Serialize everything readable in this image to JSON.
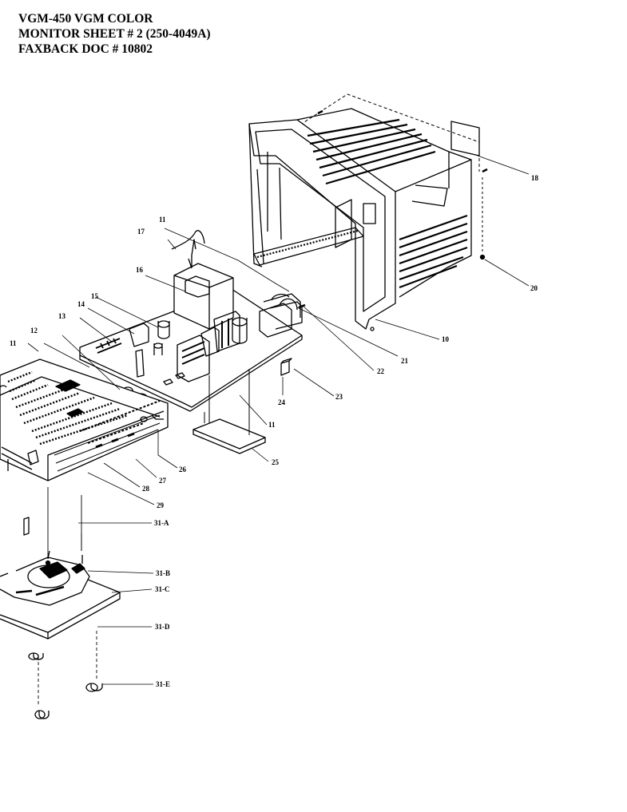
{
  "header": {
    "line1": "VGM-450 VGM COLOR",
    "line2": "MONITOR SHEET # 2   (250-4049A)",
    "line3": "FAXBACK DOC # 10802"
  },
  "callouts": {
    "c18": "18",
    "c20": "20",
    "c10": "10",
    "c11_top": "11",
    "c17": "17",
    "c16": "16",
    "c15": "15",
    "c14": "14",
    "c13": "13",
    "c12": "12",
    "c11_left": "11",
    "c21": "21",
    "c22": "22",
    "c23": "23",
    "c24": "24",
    "c11_mid": "11",
    "c25": "25",
    "c26": "26",
    "c27": "27",
    "c28": "28",
    "c29": "29",
    "c31a": "31-A",
    "c31b": "31-B",
    "c31c": "31-C",
    "c31d": "31-D",
    "c31e": "31-E"
  },
  "colors": {
    "ink": "#000000",
    "paper": "#ffffff"
  }
}
